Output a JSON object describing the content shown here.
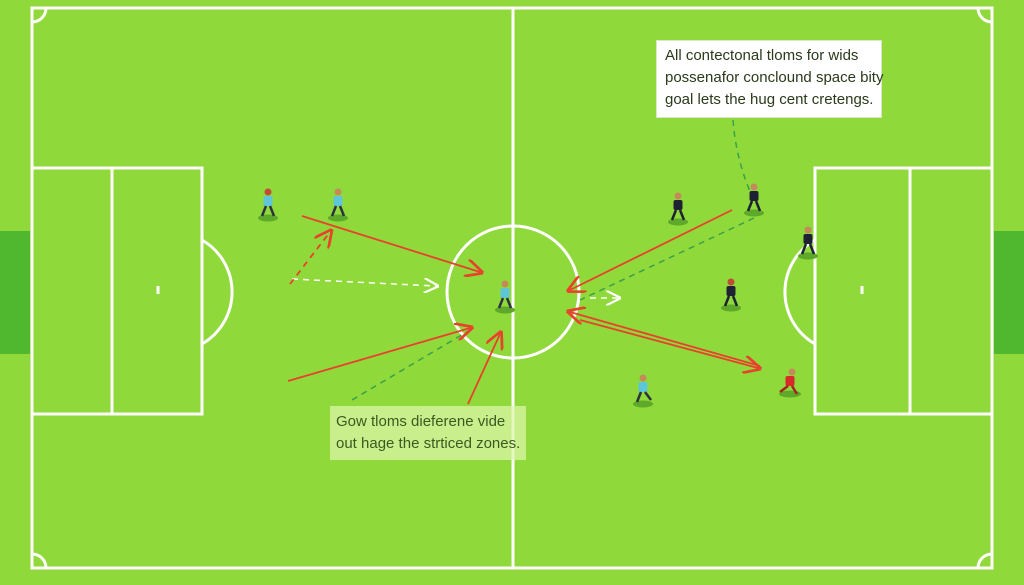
{
  "annotations": {
    "top": {
      "lines": [
        "All contectonal tloms for wids",
        "possenafor conclound space bity",
        "goal lets the hug cent cretengs."
      ]
    },
    "bottom": {
      "lines": [
        "Gow tloms dieferene vide",
        "out hage the strticed zones."
      ]
    }
  },
  "colors": {
    "grass": "#8fd93a",
    "lines": "#ffffff",
    "goal_area": "#4fb82e",
    "attack_arrow": "#e8412c",
    "pass_dashed": "#3aa04a",
    "team_home": "#5fc6d8",
    "team_away": "#1e2233",
    "team_keeper": "#d82a2a"
  }
}
